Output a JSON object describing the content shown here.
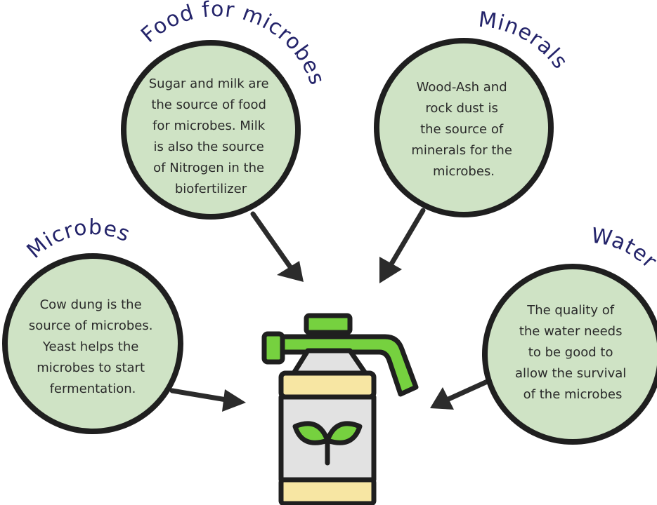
{
  "nodes": [
    {
      "id": "food",
      "label": "Food for microbes",
      "lines": [
        "Sugar and milk are",
        "the source of food",
        "for microbes. Milk",
        "is also the source",
        "of Nitrogen in the",
        "biofertilizer"
      ]
    },
    {
      "id": "minerals",
      "label": "Minerals",
      "lines": [
        "Wood-Ash and",
        "rock dust is",
        "the source of",
        "minerals for the",
        "microbes."
      ]
    },
    {
      "id": "microbes",
      "label": "Microbes",
      "lines": [
        "Cow dung is the",
        "source of microbes.",
        "Yeast  helps the",
        "microbes to start",
        "fermentation."
      ]
    },
    {
      "id": "water",
      "label": "Water",
      "lines": [
        "The quality of",
        "the water needs",
        "to be good to",
        "allow the survival",
        "of the microbes"
      ]
    }
  ],
  "center": {
    "icon": "sprayer-bottle-with-sprout-icon"
  },
  "colors": {
    "circle_fill": "#cfe3c5",
    "outline": "#1f1f1f",
    "label_text": "#24246a",
    "body_text": "#2a2a2a",
    "sprayer_green": "#76d13f",
    "sprayer_cream": "#f7e6a3",
    "sprayer_gray": "#e2e2e2"
  }
}
